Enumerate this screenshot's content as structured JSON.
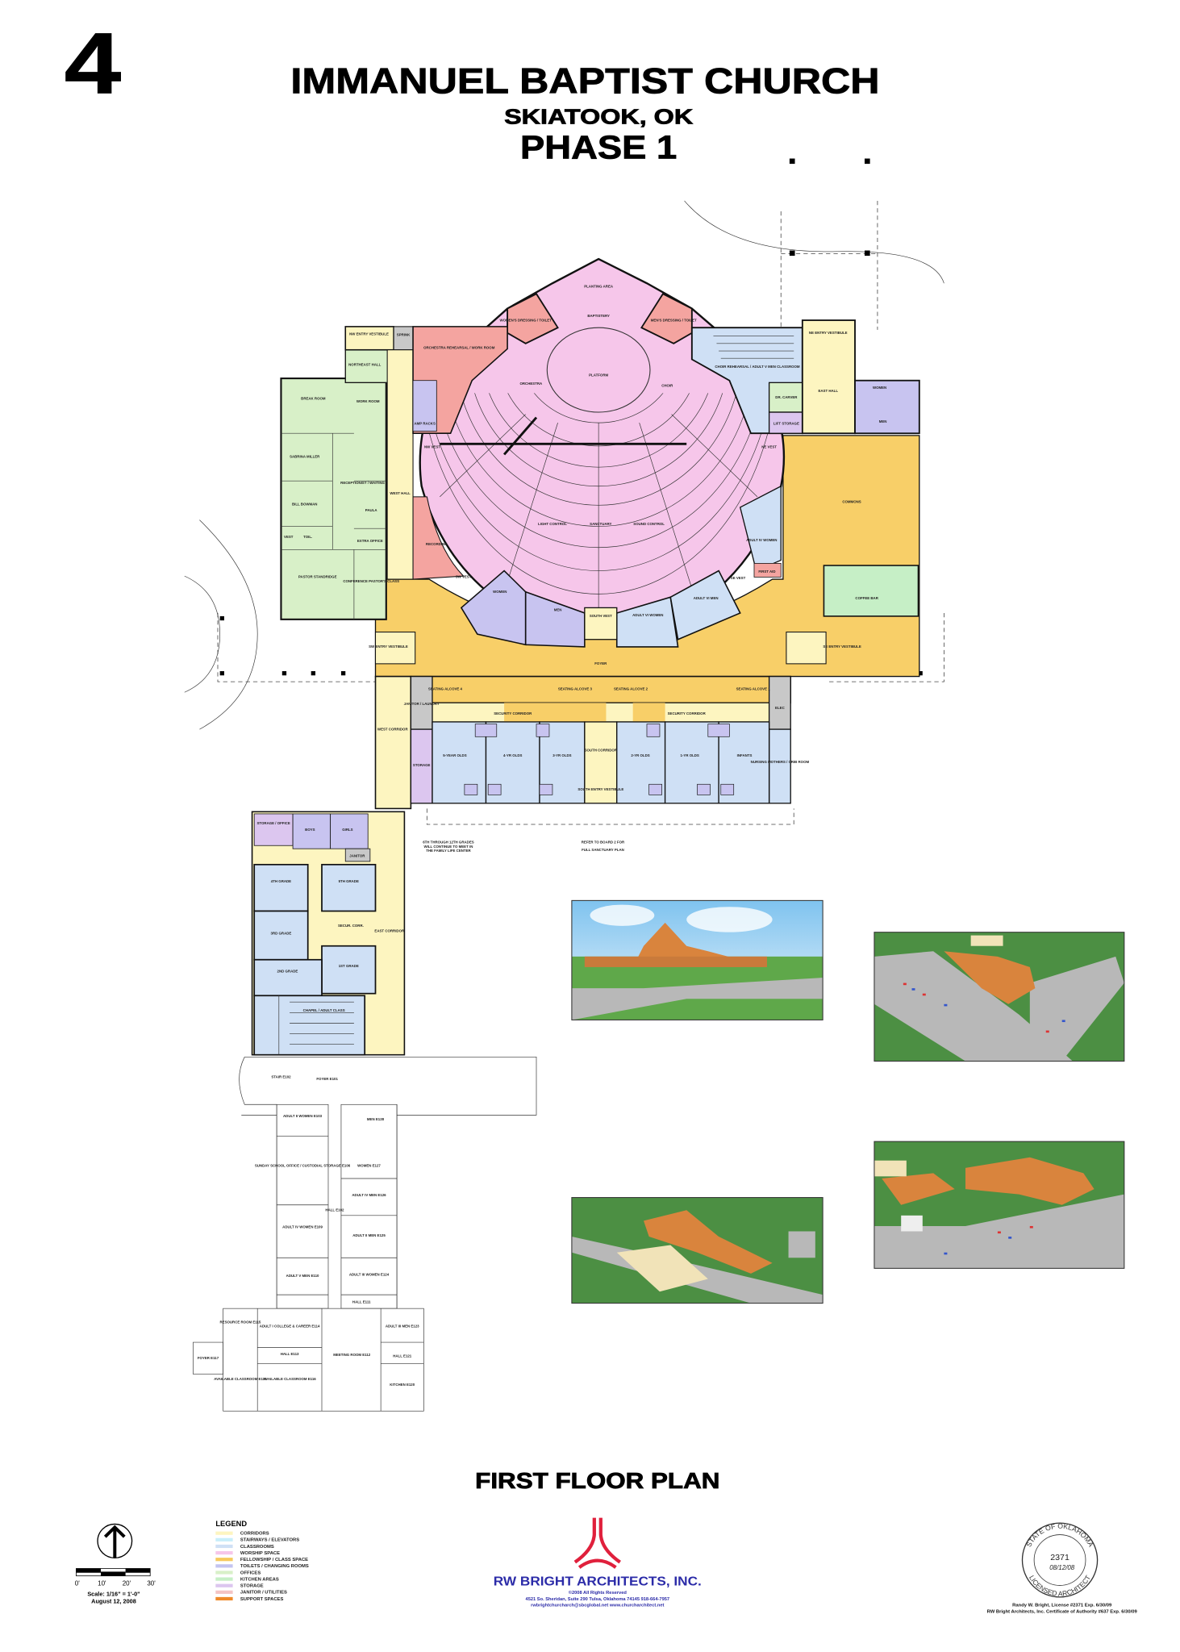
{
  "header": {
    "board_number": "4",
    "title": "IMMANUEL BAPTIST CHURCH",
    "location": "SKIATOOK, OK",
    "phase": "PHASE 1"
  },
  "plan_title": "FIRST FLOOR PLAN",
  "notes": {
    "refer_1": "REFER TO BOARD 2 FOR",
    "refer_2": "FULL SANCTUARY PLAN",
    "grades_1": "6TH THROUGH 12TH GRADES",
    "grades_2": "WILL CONTINUE TO MEET IN",
    "grades_3": "THE FAMILY LIFE CENTER"
  },
  "rooms": {
    "planting_area": "PLANTING AREA",
    "baptistery": "BAPTISTERY",
    "womens_dressing": "WOMEN'S DRESSING / TOILET",
    "mens_dressing": "MEN'S DRESSING / TOILET",
    "platform": "PLATFORM",
    "orchestra": "ORCHESTRA",
    "choir": "CHOIR",
    "sanctuary": "SANCTUARY",
    "light_control": "LIGHT CONTROL",
    "sound_control": "SOUND CONTROL",
    "nw_entry": "NW ENTRY VESTIBULE",
    "sprink": "SPRINK",
    "orchestra_rehearsal": "ORCHESTRA REHEARSAL / WORK ROOM",
    "northeast_hall": "NORTHEAST HALL",
    "break_room": "BREAK ROOM",
    "work_room": "WORK ROOM",
    "amp_racks": "AMP RACKS",
    "sabrina": "SABRINA MILLER",
    "receptionist": "RECEPTIONIST / WAITING",
    "bill": "BILL BOWMAN",
    "paula": "PAULA",
    "west_hall": "WEST HALL",
    "nw_vest": "NW VEST",
    "extra_office": "EXTRA OFFICE",
    "vest": "VEST",
    "toil": "TOIL.",
    "pastor": "PASTOR STANDRIDGE",
    "conference": "CONFERENCE PASTOR'S CLASS",
    "recording": "RECORDING",
    "sw_vest": "SW VEST",
    "women": "WOMEN",
    "men": "MEN",
    "south_vest": "SOUTH VEST",
    "adult6_women": "ADULT VI WOMEN",
    "adult6_men": "ADULT VI MEN",
    "se_vest": "SE VEST",
    "first_aid": "FIRST AID",
    "adult4_women": "ADULT IV WOMEN",
    "ne_entry": "NE ENTRY VESTIBULE",
    "choir_rehearsal": "CHOIR REHEARSAL / ADULT V MEN CLASSROOM",
    "east_hall": "EAST HALL",
    "dr_carver": "DR. CARVER",
    "lift_storage": "LIFT STORAGE",
    "ne_vest": "NE VEST",
    "women_east": "WOMEN",
    "men_east": "MEN",
    "commons": "COMMONS",
    "coffee_bar": "COFFEE BAR",
    "sw_entry": "SW ENTRY VESTIBULE",
    "se_entry": "SE ENTRY VESTIBULE",
    "foyer": "FOYER",
    "alcove_4": "SEATING ALCOVE 4",
    "alcove_3": "SEATING ALCOVE 3",
    "alcove_2": "SEATING ALCOVE 2",
    "alcove_1": "SEATING ALCOVE 1",
    "janitor_laundry": "JANITOR / LAUNDRY",
    "security_corridor": "SECURITY CORRIDOR",
    "elec": "ELEC",
    "west_corridor": "WEST CORRIDOR",
    "storage": "STORAGE",
    "five_year": "5-YEAR OLDS",
    "four_year": "4-YR OLDS",
    "three_year": "3-YR OLDS",
    "south_corridor": "SOUTH CORRIDOR",
    "south_entry": "SOUTH ENTRY VESTIBULE",
    "two_year": "2-YR OLDS",
    "one_year": "1-YR OLDS",
    "infants": "INFANTS",
    "nursing": "NURSING MOTHERS / CRIB ROOM",
    "storage_office": "STORAGE / OFFICE",
    "boys": "BOYS",
    "girls": "GIRLS",
    "janitor": "JANITOR",
    "grade_4": "4TH GRADE",
    "grade_5": "5TH GRADE",
    "grade_3": "3RD GRADE",
    "secur_corr": "SECUR. CORR.",
    "east_corridor": "EAST CORRIDOR",
    "grade_2": "2ND GRADE",
    "grade_1": "1ST GRADE",
    "chapel": "CHAPEL / ADULT CLASS",
    "stair": "STAIR E102",
    "foyer_e101": "FOYER E101",
    "adult2_women": "ADULT II WOMEN E103",
    "men_e128": "MEN E128",
    "sunday_school": "SUNDAY SCHOOL OFFICE / CUSTODIAL STORAGE E106",
    "women_e127": "WOMEN E127",
    "adult4_men": "ADULT IV MEN E126",
    "hall_e102": "HALL E102",
    "adult4_women_e": "ADULT IV WOMEN E109",
    "adult2_men": "ADULT II MEN E125",
    "adult5_men": "ADULT V MEN E110",
    "adult3_women": "ADULT III WOMEN E124",
    "hall_e111": "HALL E111",
    "resource": "RESOURCE ROOM E115",
    "adult1": "ADULT I COLLEGE & CAREER E114",
    "meeting": "MEETING ROOM E112",
    "adult3_men": "ADULT III MEN E123",
    "hall_e113": "HALL E113",
    "hall_e121": "HALL E121",
    "available_e118": "AVAILABLE CLASSROOM E118",
    "available_e116": "AVAILABLE CLASSROOM E116",
    "kitchen": "KITCHEN E120",
    "foyer_e117": "FOYER E117"
  },
  "scale": {
    "ticks": [
      "0'",
      "10'",
      "20'",
      "30'"
    ],
    "text": "Scale:   1/16\" = 1'-0\"",
    "date": "August 12, 2008"
  },
  "legend": {
    "title": "LEGEND",
    "items": [
      {
        "label": "CORRIDORS",
        "color": "#fdf5c0"
      },
      {
        "label": "STAIRWAYS / ELEVATORS",
        "color": "#c8eefa"
      },
      {
        "label": "CLASSROOMS",
        "color": "#cfe0f5"
      },
      {
        "label": "WORSHIP SPACE",
        "color": "#f6c6ea"
      },
      {
        "label": "FELLOWSHIP / CLASS SPACE",
        "color": "#f7c95c"
      },
      {
        "label": "TOILETS / CHANGING ROOMS",
        "color": "#c4c4f0"
      },
      {
        "label": "OFFICES",
        "color": "#d8f0c8"
      },
      {
        "label": "KITCHEN AREAS",
        "color": "#c6efc6"
      },
      {
        "label": "STORAGE",
        "color": "#dcc6ef"
      },
      {
        "label": "JANITOR  / UTILITIES",
        "color": "#f4c4c4"
      },
      {
        "label": "SUPPORT SPACES",
        "color": "#ef8a2a"
      }
    ]
  },
  "firm": {
    "name": "RW BRIGHT ARCHITECTS, INC.",
    "copyright": "©2008  All Rights Reserved",
    "address": "4521 So. Sheridan, Suite 290     Tulsa, Oklahoma 74145     918-664-7957",
    "contact": "rwbrightchurcharch@sbcglobal.net         www.churcharchitect.net",
    "logo_color": "#e0203c"
  },
  "seal": {
    "top": "STATE OF OKLAHOMA",
    "bottom": "LICENSED ARCHITECT",
    "number": "2371",
    "date": "08/12/08"
  },
  "signature": {
    "line_1": "Randy W. Bright, License #2371  Exp. 6/30/09",
    "line_2": "RW Bright Architects, Inc.  Certificate of Authority #637 Exp. 6/30/09"
  },
  "colors": {
    "corridor": "#fdf5c0",
    "classroom": "#cfe0f5",
    "worship": "#f6c6ea",
    "fellowship": "#f8cf68",
    "toilet": "#c8c4f0",
    "office": "#d8f0c8",
    "storage": "#dcc6ef",
    "support": "#f4a4a0",
    "utility": "#c8c8c8"
  }
}
